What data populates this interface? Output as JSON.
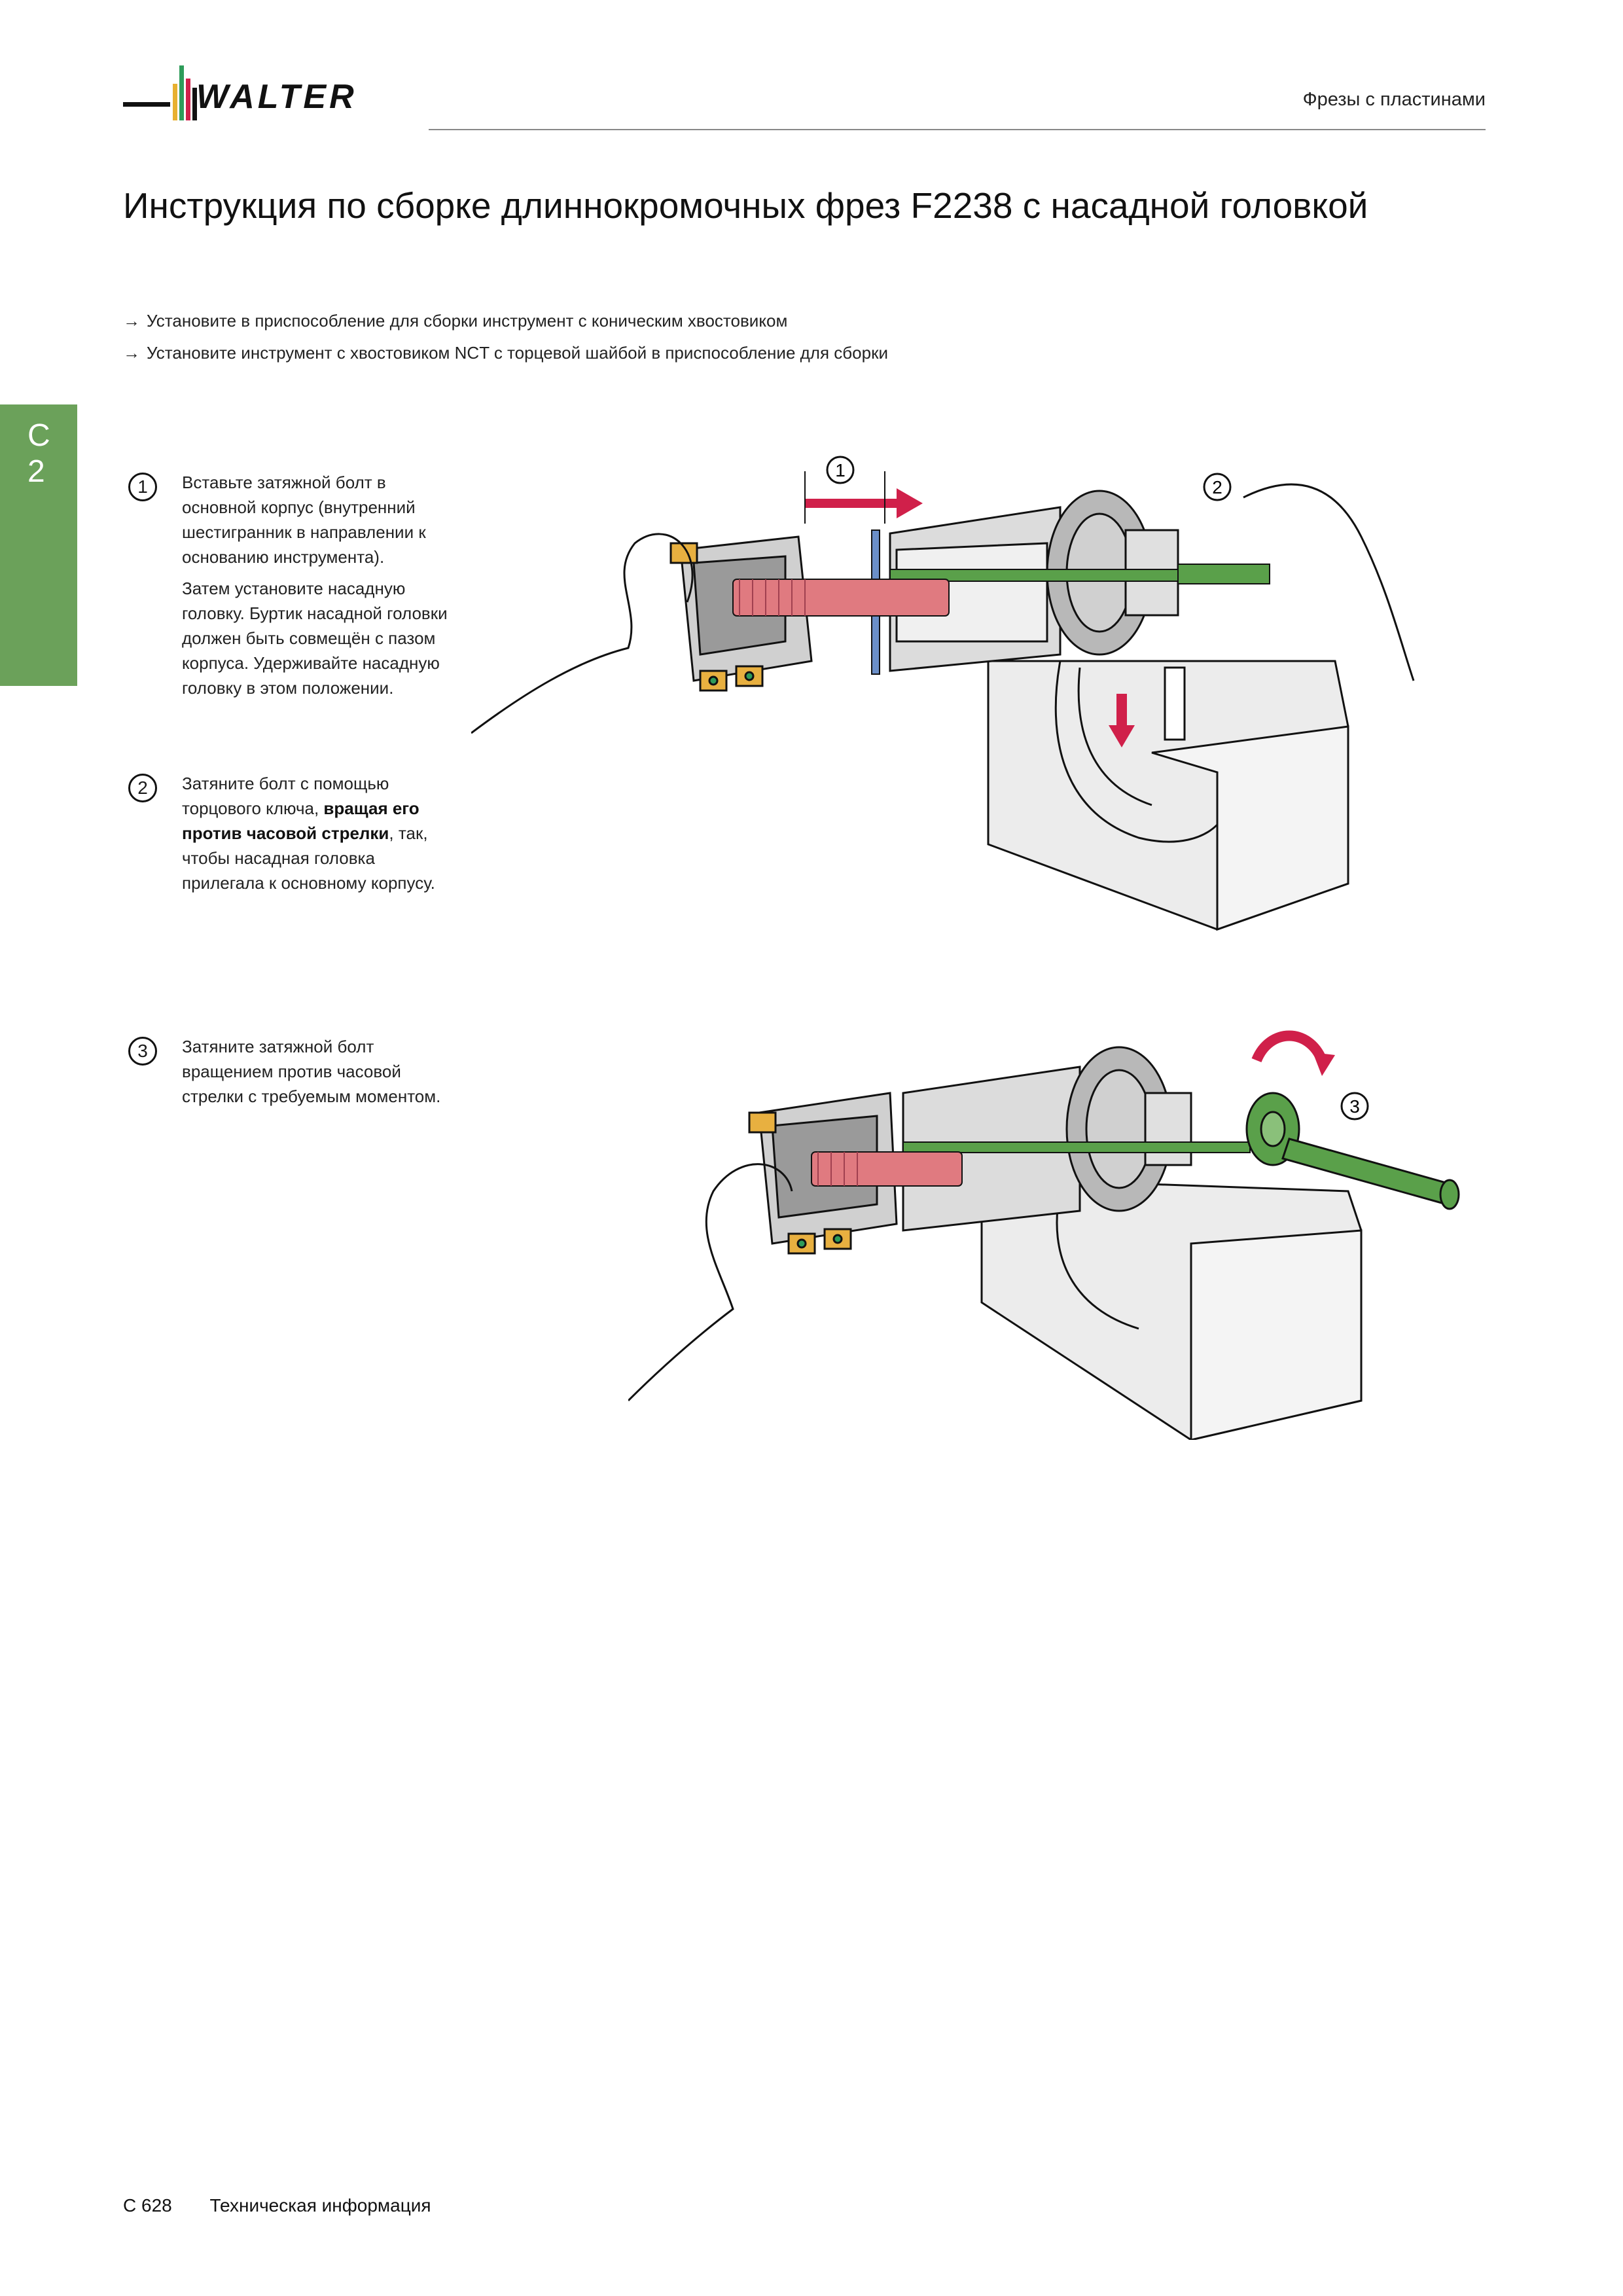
{
  "header": {
    "brand": "WALTER",
    "section_title": "Фрезы с пластинами"
  },
  "page_title": "Инструкция по сборке длиннокромочных фрез F2238 с насадной головкой",
  "intro": [
    "Установите в приспособление для сборки инструмент с коническим хвостовиком",
    "Установите инструмент с хвостовиком NCT с торцевой шайбой в приспособление для сборки"
  ],
  "intro_bullet": "→",
  "side_tab": {
    "label": "C 2",
    "color": "#6ba15a"
  },
  "steps": [
    {
      "number": "1",
      "para1": "Вставьте затяжной болт в основной корпус (внутренний шестигранник в направлении к основанию инструмента).",
      "para2": "Затем установите насадную головку. Буртик насадной головки должен быть совмещён с пазом корпуса. Удерживайте насадную головку в этом положении."
    },
    {
      "number": "2",
      "text_before": "Затяните болт с помощью торцового ключа, ",
      "text_bold": "вращая его против часовой стрелки",
      "text_after": ", так, чтобы насадная головка прилегала к основному корпусу."
    },
    {
      "number": "3",
      "text": "Затяните затяжной болт вращением против часовой стрелки с требуемым моментом."
    }
  ],
  "figure_labels": {
    "fig1_marker_a": "1",
    "fig1_marker_b": "2",
    "fig2_marker": "3"
  },
  "colors": {
    "accent_red": "#d0204a",
    "bolt_red": "#e07a80",
    "bolt_green": "#5aa04a",
    "insert_gold": "#e8b040",
    "tab_green": "#6ba15a"
  },
  "footer": {
    "page": "C 628",
    "label": "Техническая информация"
  }
}
